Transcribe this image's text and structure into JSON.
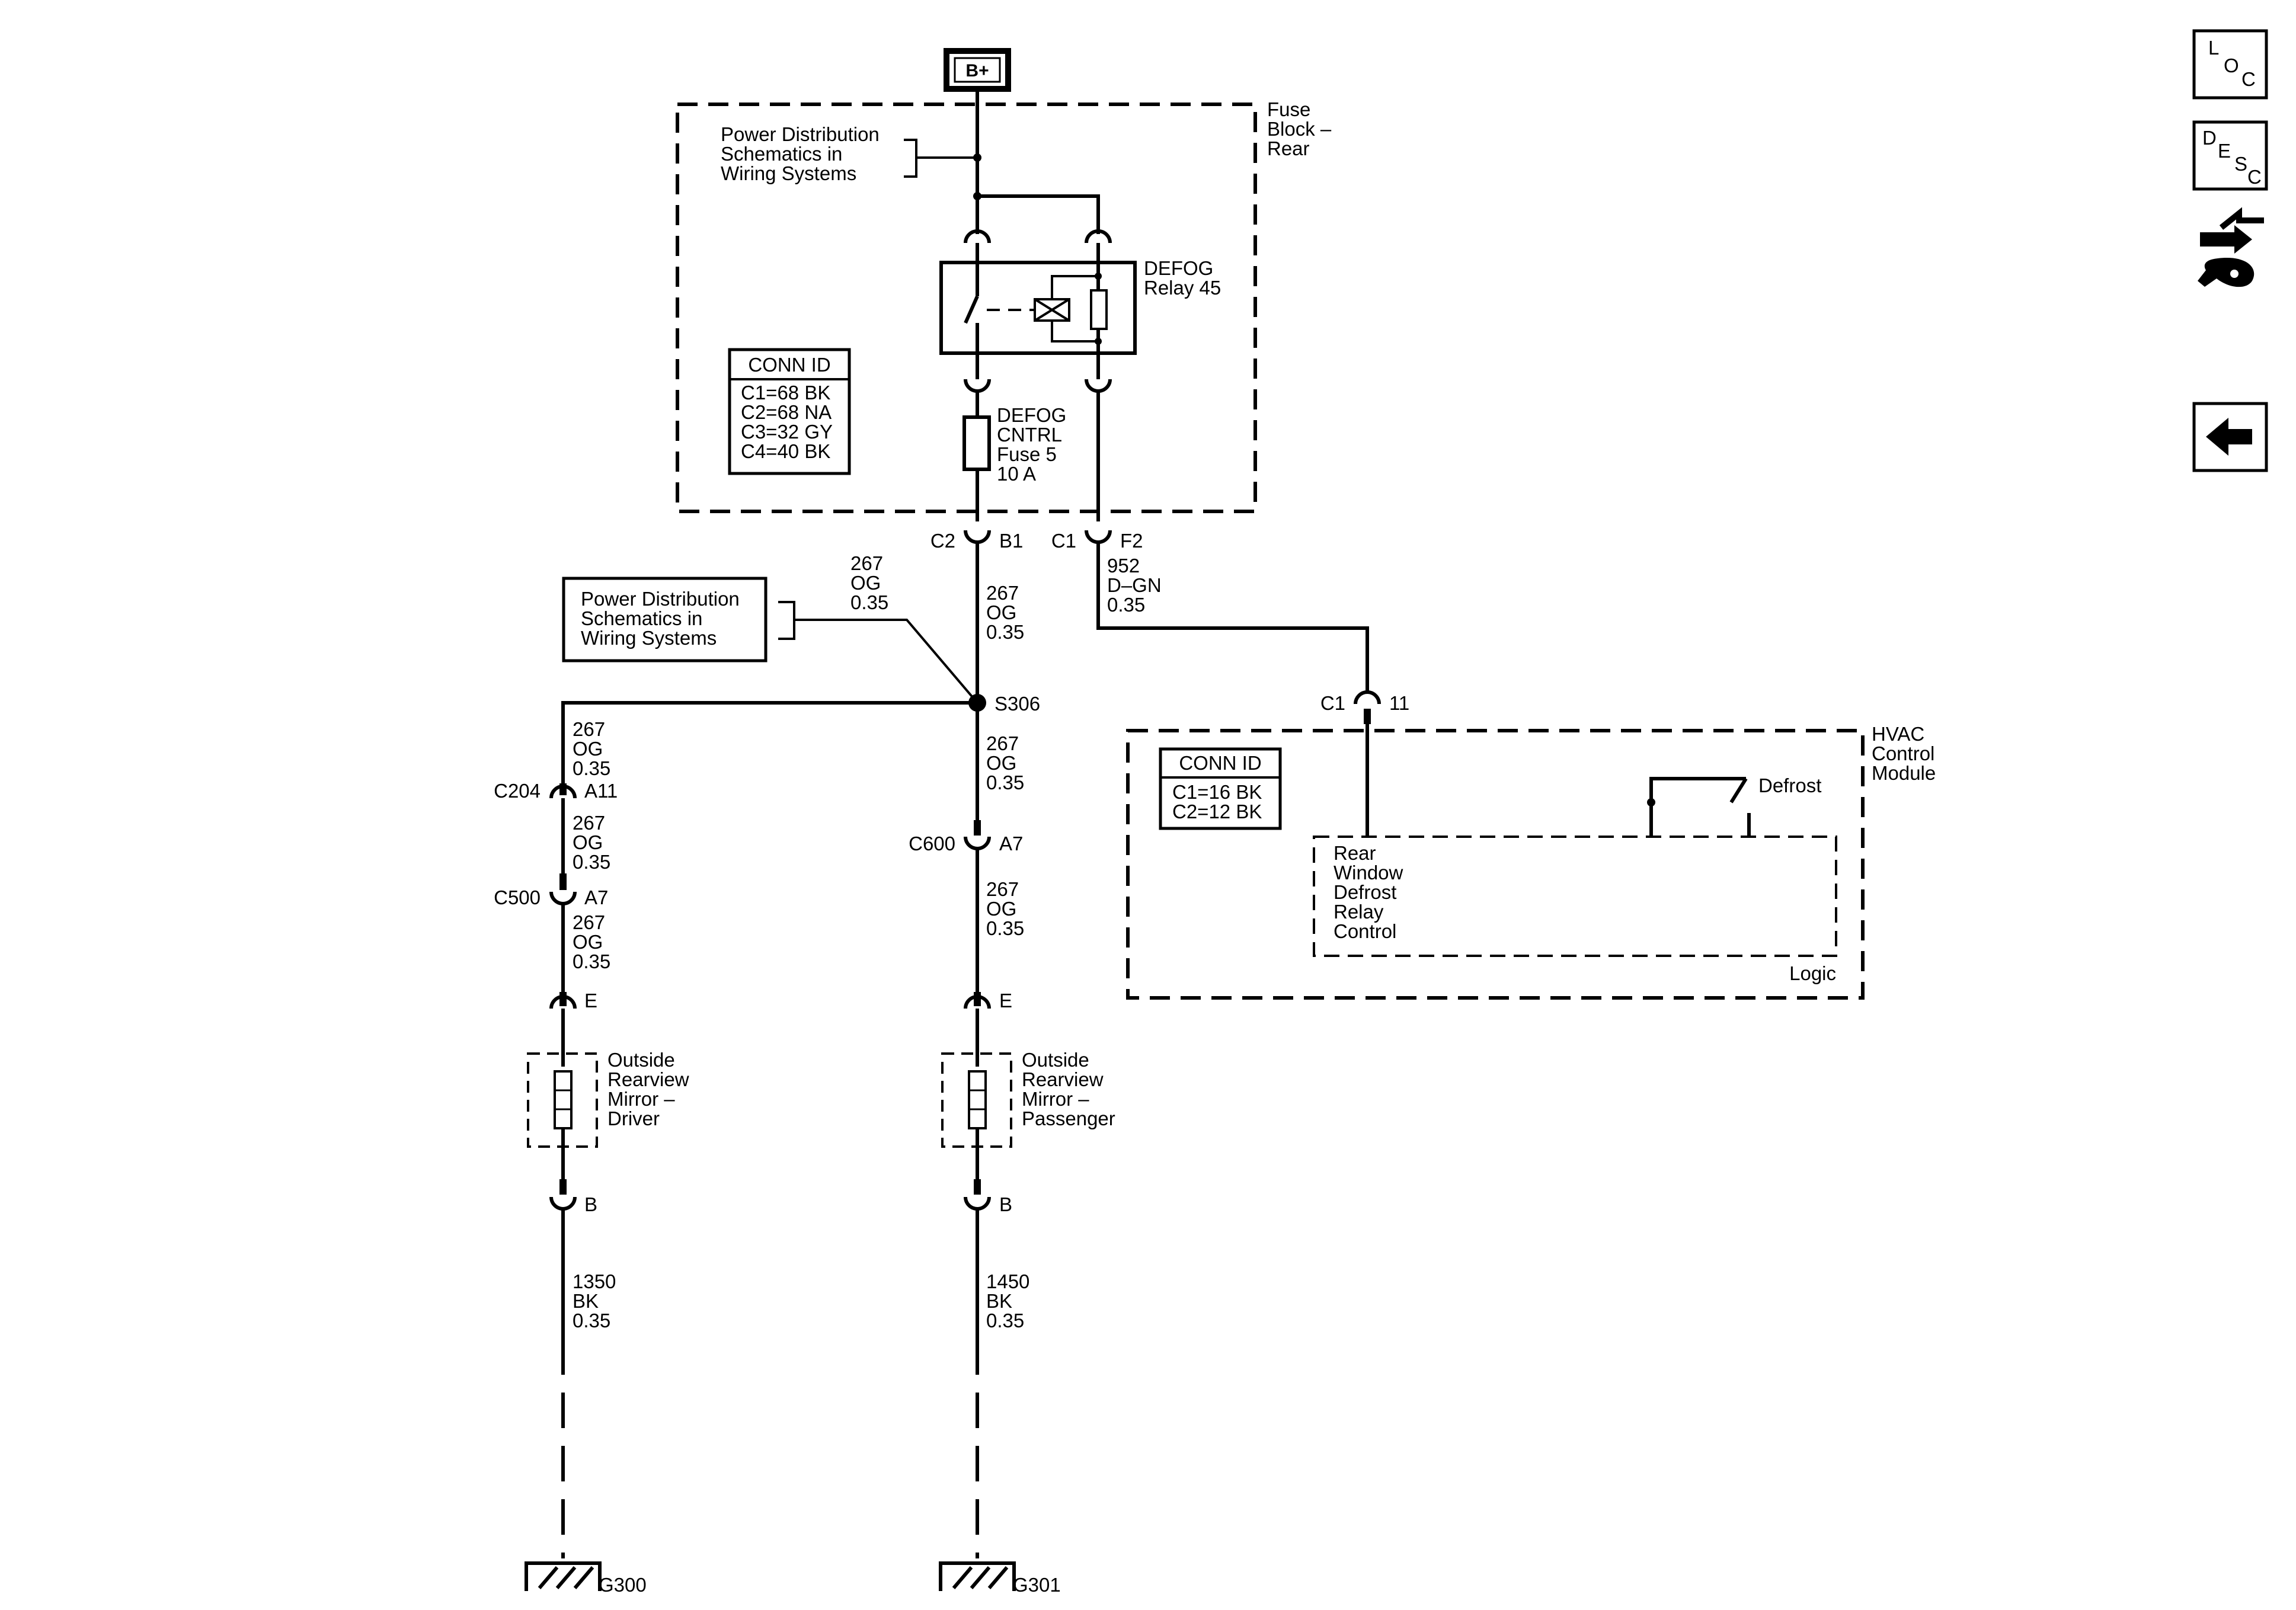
{
  "battery": "B+",
  "fuse_block": {
    "title_lines": [
      "Fuse",
      "Block –",
      "Rear"
    ]
  },
  "power_ref_top": {
    "lines": [
      "Power Distribution",
      "Schematics in",
      "Wiring Systems"
    ]
  },
  "power_ref_left": {
    "lines": [
      "Power Distribution",
      "Schematics in",
      "Wiring Systems"
    ]
  },
  "relay": {
    "lines": [
      "DEFOG",
      "Relay 45"
    ]
  },
  "fuse": {
    "lines": [
      "DEFOG",
      "CNTRL",
      "Fuse 5",
      "10 A"
    ]
  },
  "conn_fuse_block": {
    "title": "CONN ID",
    "items": [
      "C1=68 BK",
      "C2=68 NA",
      "C3=32 GY",
      "C4=40 BK"
    ]
  },
  "conn_hvac": {
    "title": "CONN ID",
    "items": [
      "C1=16 BK",
      "C2=12 BK"
    ]
  },
  "connectors": {
    "c2": "C2",
    "b1": "B1",
    "c1_fuse": "C1",
    "f2": "F2",
    "c1_hvac": "C1",
    "pin_11": "11",
    "c204": "C204",
    "a11": "A11",
    "c500": "C500",
    "a7_left": "A7",
    "c600": "C600",
    "a7_mid": "A7",
    "e_left": "E",
    "e_mid": "E",
    "b_left": "B",
    "b_mid": "B"
  },
  "splice": "S306",
  "wires": {
    "w267_branch": [
      "267",
      "OG",
      "0.35"
    ],
    "w267_fuse": [
      "267",
      "OG",
      "0.35"
    ],
    "w952": [
      "952",
      "D–GN",
      "0.35"
    ],
    "w267_left_a": [
      "267",
      "OG",
      "0.35"
    ],
    "w267_left_b": [
      "267",
      "OG",
      "0.35"
    ],
    "w267_left_c": [
      "267",
      "OG",
      "0.35"
    ],
    "w267_mid_a": [
      "267",
      "OG",
      "0.35"
    ],
    "w267_mid_b": [
      "267",
      "OG",
      "0.35"
    ],
    "w1350": [
      "1350",
      "BK",
      "0.35"
    ],
    "w1450": [
      "1450",
      "BK",
      "0.35"
    ]
  },
  "hvac": {
    "title_lines": [
      "HVAC",
      "Control",
      "Module"
    ],
    "defrost": "Defrost",
    "logic": "Logic",
    "control_lines": [
      "Rear",
      "Window",
      "Defrost",
      "Relay",
      "Control"
    ]
  },
  "mirror_driver": {
    "lines": [
      "Outside",
      "Rearview",
      "Mirror –",
      "Driver"
    ]
  },
  "mirror_passenger": {
    "lines": [
      "Outside",
      "Rearview",
      "Mirror –",
      "Passenger"
    ]
  },
  "grounds": {
    "left": "G300",
    "mid": "G301"
  },
  "nav": {
    "loc": [
      "L",
      "O",
      "C"
    ],
    "desc": [
      "D",
      "E",
      "S",
      "C"
    ],
    "diag_icon": "diagnostic-tool-icon",
    "back_icon": "back-arrow-icon"
  }
}
